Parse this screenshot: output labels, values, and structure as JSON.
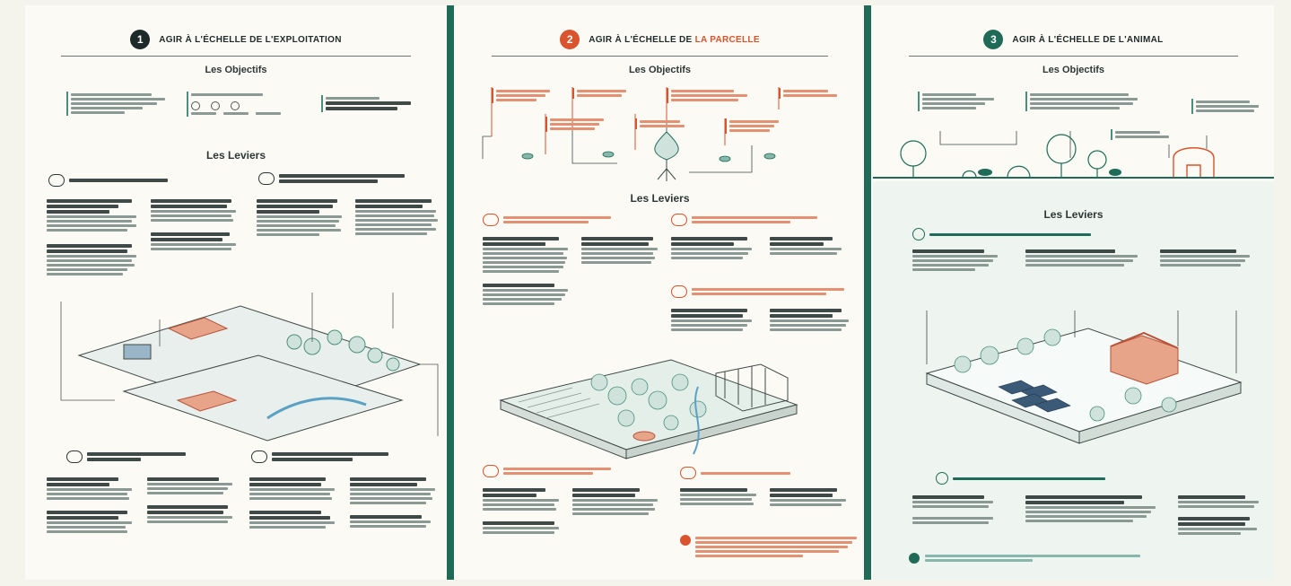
{
  "panels": [
    {
      "number": "1",
      "title": "AGIR À L'ÉCHELLE DE L'EXPLOITATION",
      "objectives_heading": "Les Objectifs",
      "levers_heading": "Les Leviers",
      "accent": "#1d2a2a"
    },
    {
      "number": "2",
      "title_prefix": "AGIR À L'ÉCHELLE DE",
      "title_highlight": "LA PARCELLE",
      "objectives_heading": "Les Objectifs",
      "levers_heading": "Les Leviers",
      "accent": "#d9532c"
    },
    {
      "number": "3",
      "title": "AGIR À L'ÉCHELLE DE L'ANIMAL",
      "objectives_heading": "Les Objectifs",
      "levers_heading": "Les Leviers",
      "accent": "#1f6b57"
    }
  ],
  "colors": {
    "green": "#1f6b57",
    "orange": "#d9532c",
    "ink": "#1d2a2a"
  },
  "icons": [
    "farm-icon",
    "drop-icon",
    "cow-icon",
    "soil-icon",
    "leaf-icon",
    "sun-icon",
    "heat-icon"
  ]
}
